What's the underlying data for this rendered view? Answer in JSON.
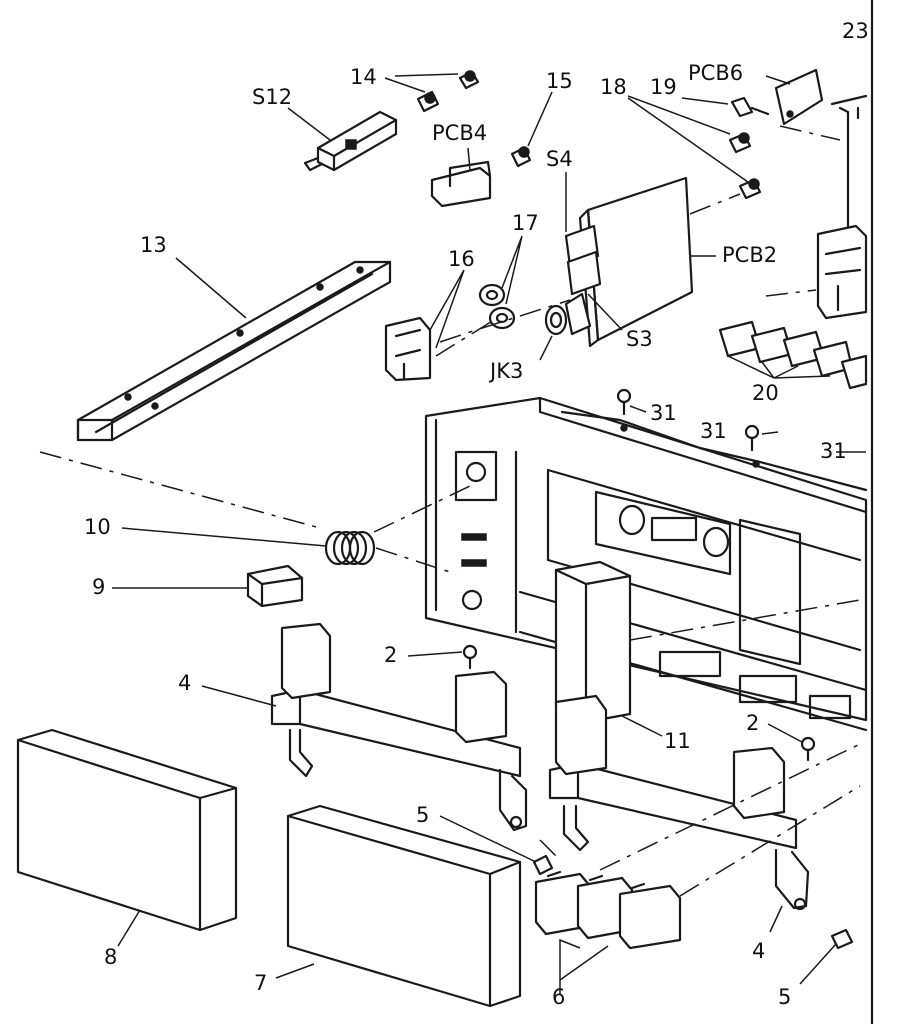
{
  "labels": {
    "l23": "23",
    "l14": "14",
    "l15": "15",
    "l18": "18",
    "l19": "19",
    "pcb6": "PCB6",
    "s12": "S12",
    "pcb4": "PCB4",
    "s4": "S4",
    "l13": "13",
    "l17": "17",
    "l16": "16",
    "pcb2": "PCB2",
    "s3": "S3",
    "jk3": "JK3",
    "l20": "20",
    "l31a": "31",
    "l31b": "31",
    "l31c": "31",
    "l10": "10",
    "l9": "9",
    "l2a": "2",
    "l4a": "4",
    "l11": "11",
    "l2b": "2",
    "l5a": "5",
    "l8": "8",
    "l7": "7",
    "l6": "6",
    "l4b": "4",
    "l5b": "5"
  }
}
